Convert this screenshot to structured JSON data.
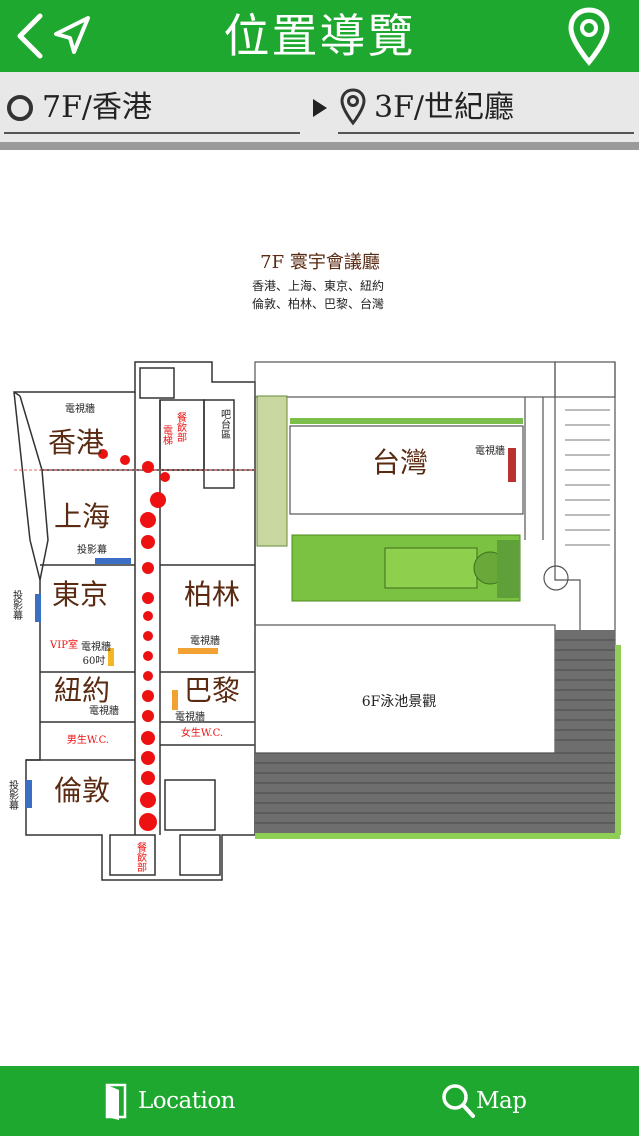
{
  "header": {
    "title": "位置導覽",
    "back_icon": "chevron-left-icon",
    "nav_icon": "navigation-arrow-icon",
    "pin_icon": "map-pin-icon"
  },
  "route": {
    "from": "7F/香港",
    "to": "3F/世紀廳"
  },
  "map": {
    "title": "7F 寰宇會議廳",
    "subtitle1": "香港、上海、東京、紐約",
    "subtitle2": "倫敦、柏林、巴黎、台灣",
    "rooms": {
      "hongkong": "香港",
      "shanghai": "上海",
      "tokyo": "東京",
      "newyork": "紐約",
      "london": "倫敦",
      "berlin": "柏林",
      "paris": "巴黎",
      "taiwan": "台灣"
    },
    "labels": {
      "tv_wall": "電視牆",
      "projector": "投影幕",
      "projector_v": "投影幕",
      "projector_v2": "投影幕",
      "elevator": "電梯",
      "catering": "餐飲部",
      "bar": "吧台區",
      "vip": "VIP室",
      "tv_wall_60": "電視牆",
      "size_60": "60吋",
      "mens_wc": "男生W.C.",
      "womens_wc": "女生W.C.",
      "pool": "6F泳池景觀",
      "catering2": "餐飲部"
    }
  },
  "tabs": {
    "location": "Location",
    "map": "Map"
  },
  "colors": {
    "brand_green": "#1fa82f",
    "route_red": "#ee1111",
    "room_text": "#5a2a12"
  }
}
